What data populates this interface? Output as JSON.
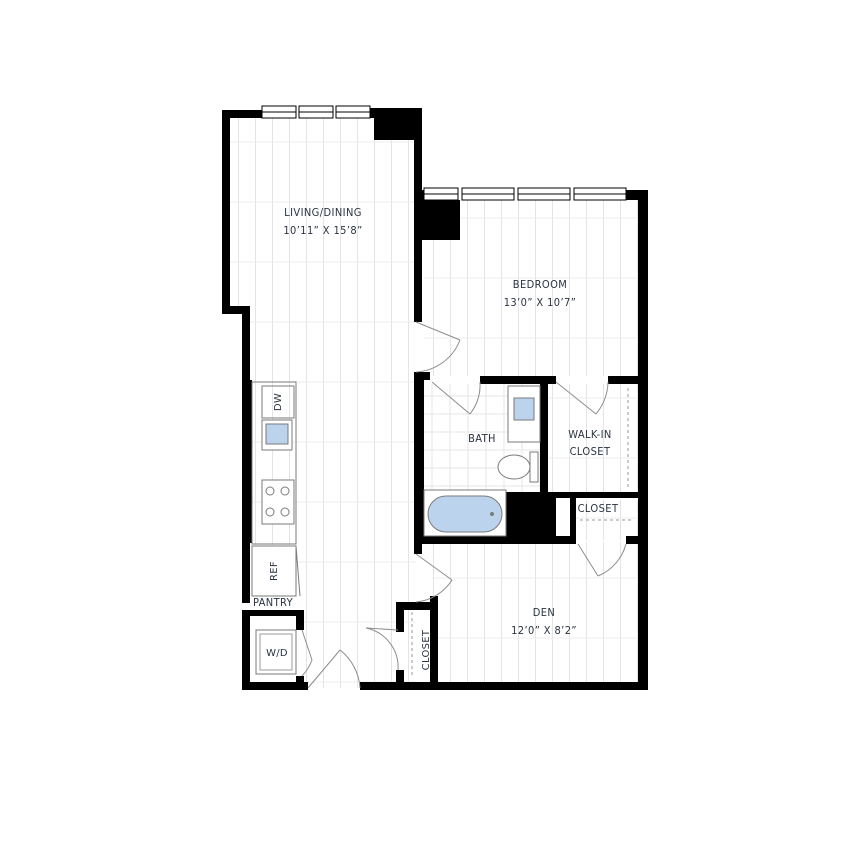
{
  "rooms": {
    "living_dining": {
      "name": "LIVING/DINING",
      "size": "10’11” X 15’8”"
    },
    "bedroom": {
      "name": "BEDROOM",
      "size": "13’0” X 10’7”"
    },
    "bath": {
      "name": "BATH"
    },
    "walk_in_closet": {
      "line1": "WALK-IN",
      "line2": "CLOSET"
    },
    "closet_upper": {
      "name": "CLOSET"
    },
    "den": {
      "name": "DEN",
      "size": "12’0” X 8’2”"
    },
    "closet_den": {
      "name": "CLOSET"
    },
    "pantry": {
      "name": "PANTRY"
    }
  },
  "appliances": {
    "dishwasher": "DW",
    "refrigerator": "REF",
    "washer_dryer": "W/D"
  },
  "colors": {
    "wall": "#000000",
    "floor_lines": "#e2e2e2",
    "fixture_blue": "#bcd3ee",
    "label": "#2a3342"
  }
}
